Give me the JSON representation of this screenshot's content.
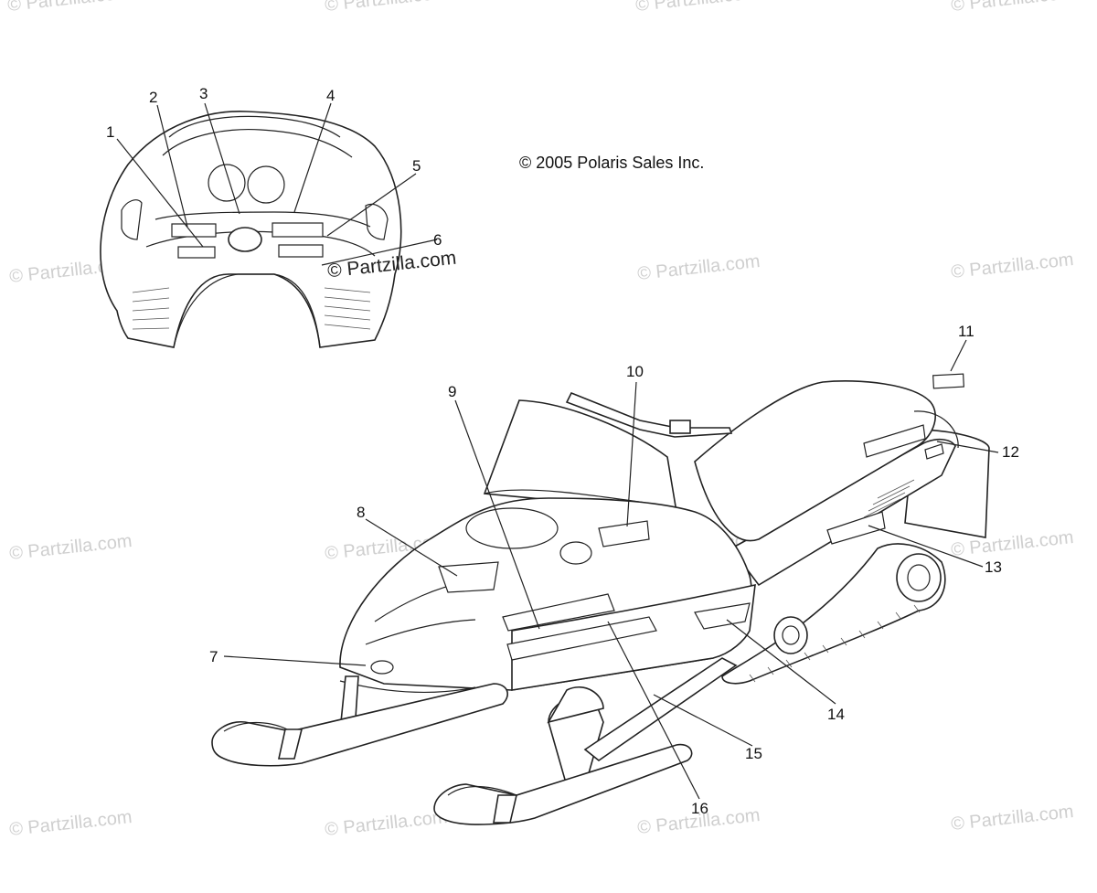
{
  "copyright": "© 2005 Polaris Sales Inc.",
  "watermark_text": "© Partzilla.com",
  "inset_watermark_text": "© Partzilla.com",
  "callouts": [
    {
      "label": "1"
    },
    {
      "label": "2"
    },
    {
      "label": "3"
    },
    {
      "label": "4"
    },
    {
      "label": "5"
    },
    {
      "label": "6"
    },
    {
      "label": "7"
    },
    {
      "label": "8"
    },
    {
      "label": "9"
    },
    {
      "label": "10"
    },
    {
      "label": "11"
    },
    {
      "label": "12"
    },
    {
      "label": "13"
    },
    {
      "label": "14"
    },
    {
      "label": "15"
    },
    {
      "label": "16"
    }
  ]
}
